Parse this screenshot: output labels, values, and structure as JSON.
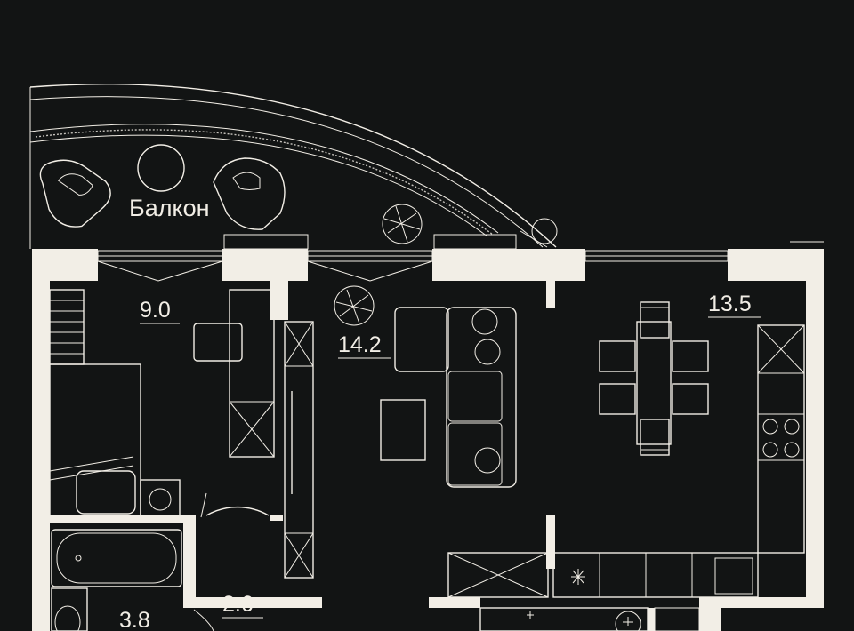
{
  "balcony": {
    "label": "Балкон"
  },
  "rooms": [
    {
      "id": "bedroom",
      "area": "9.0"
    },
    {
      "id": "living",
      "area": "14.2"
    },
    {
      "id": "kitchen",
      "area": "13.5"
    },
    {
      "id": "hall",
      "area": "2.6"
    },
    {
      "id": "bathroom",
      "area": "3.8"
    }
  ],
  "colors": {
    "background": "#121414",
    "lines": "#f2eee6"
  }
}
